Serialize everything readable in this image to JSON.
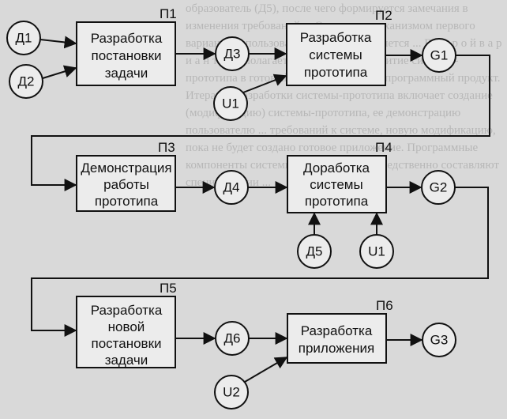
{
  "processes": [
    {
      "id": "П1",
      "lines": [
        "Разработка",
        "постановки",
        "задачи"
      ]
    },
    {
      "id": "П2",
      "lines": [
        "Разработка",
        "системы",
        "прототипа"
      ]
    },
    {
      "id": "П3",
      "lines": [
        "Демонстрация",
        "работы",
        "прототипа"
      ]
    },
    {
      "id": "П4",
      "lines": [
        "Доработка",
        "системы",
        "прототипа"
      ]
    },
    {
      "id": "П5",
      "lines": [
        "Разработка",
        "новой",
        "постановки",
        "задачи"
      ]
    },
    {
      "id": "П6",
      "lines": [
        "Разработка",
        "приложения"
      ]
    }
  ],
  "nodes": {
    "d1": "Д1",
    "d2": "Д2",
    "d3": "Д3",
    "d4": "Д4",
    "d5": "Д5",
    "d6": "Д6",
    "u1a": "U1",
    "u1b": "U1",
    "u2": "U2",
    "g1": "G1",
    "g2": "G2",
    "g3": "G3"
  },
  "background_text": "образователь (Д5), после чего формируется замечания в изменения требований ... Основным механизмом первого варианта использования прототипа является ... В т о р о й  в а р и а н т  предполагает итерационное развитие системы-прототипа в готовый для эксплуатации программный продукт. Итерация разработки системы-прототипа включает создание (модификацию) системы-прототипа, ее демонстрацию пользователю ... требований к системе, новую модификацию, пока не будет создано готовое приложение. Программные компоненты системы-прототипа непосредственно составляют спецификации ..."
}
